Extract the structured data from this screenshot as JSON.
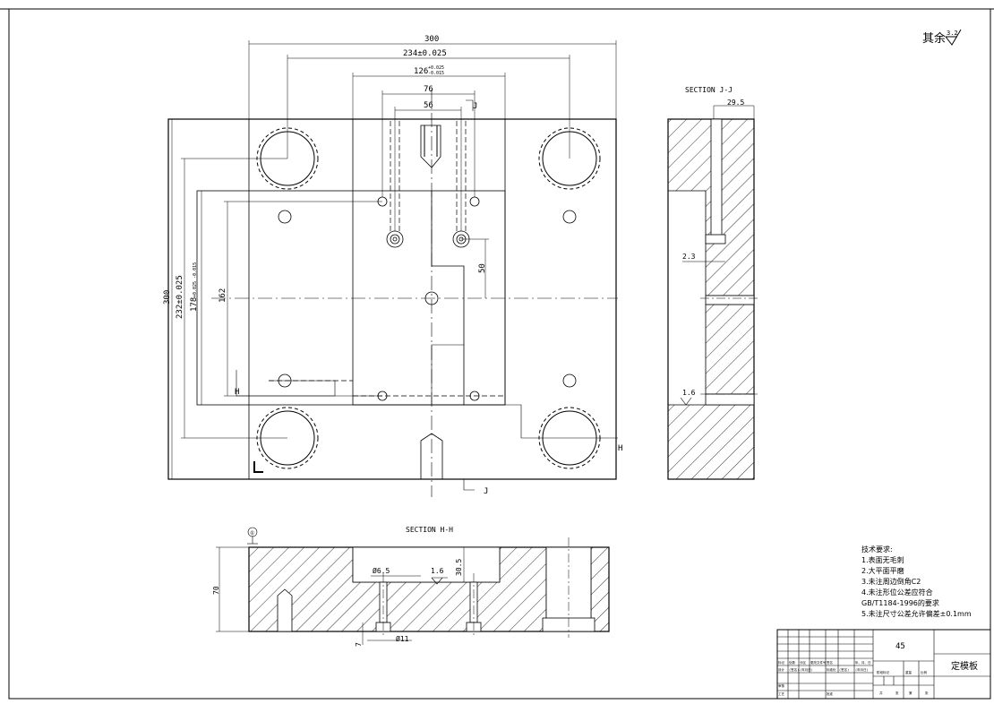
{
  "roughness_mark": {
    "prefix": "其余",
    "value": "3.2"
  },
  "main_view": {
    "dim_300_top": "300",
    "dim_234": "234±0.025",
    "dim_126": "126",
    "dim_126_tol_up": "+0.025",
    "dim_126_tol_dn": "-0.015",
    "dim_76": "76",
    "dim_56": "56",
    "dim_300_left": "300",
    "dim_232": "232±0.025",
    "dim_178": "178",
    "dim_178_tol": "+0.025 -0.015",
    "dim_162": "162",
    "dim_50": "50",
    "cut_j": "J",
    "cut_h": "H"
  },
  "section_jj": {
    "title": "SECTION J-J",
    "dim_29_5": "29.5",
    "dim_2_3": "2.3",
    "rough_1_6": "1.6"
  },
  "section_hh": {
    "title": "SECTION H-H",
    "dim_70": "70",
    "dim_d6_5": "Ø6.5",
    "dim_30_5": "30.5",
    "rough_1_6": "1.6",
    "dim_d11": "Ø11",
    "dim_7": "7",
    "datum": "①"
  },
  "tech_notes": {
    "heading": "技术要求:",
    "items": [
      "1.表面无毛刺",
      "2.大平面平磨",
      "3.未注周边倒角C2",
      "4.未注形位公差应符合",
      "GB/T1184-1996的要求",
      "5.未注尺寸公差允许偏差±0.1mm"
    ]
  },
  "title_block": {
    "material": "45",
    "part_name": "定模板",
    "row_labels": [
      "标记",
      "处数",
      "分区",
      "更改文件号",
      "签名",
      "年、月、日"
    ],
    "sign_labels": [
      "设计",
      "(签名)",
      "(年月日)",
      "标准化",
      "(签名)",
      "(年月日)"
    ],
    "stage_labels": [
      "阶段标记",
      "重量",
      "比例"
    ],
    "review_labels": [
      "审核",
      "工艺",
      "批准"
    ],
    "sheet_labels": [
      "共",
      "张",
      "第",
      "张"
    ]
  }
}
